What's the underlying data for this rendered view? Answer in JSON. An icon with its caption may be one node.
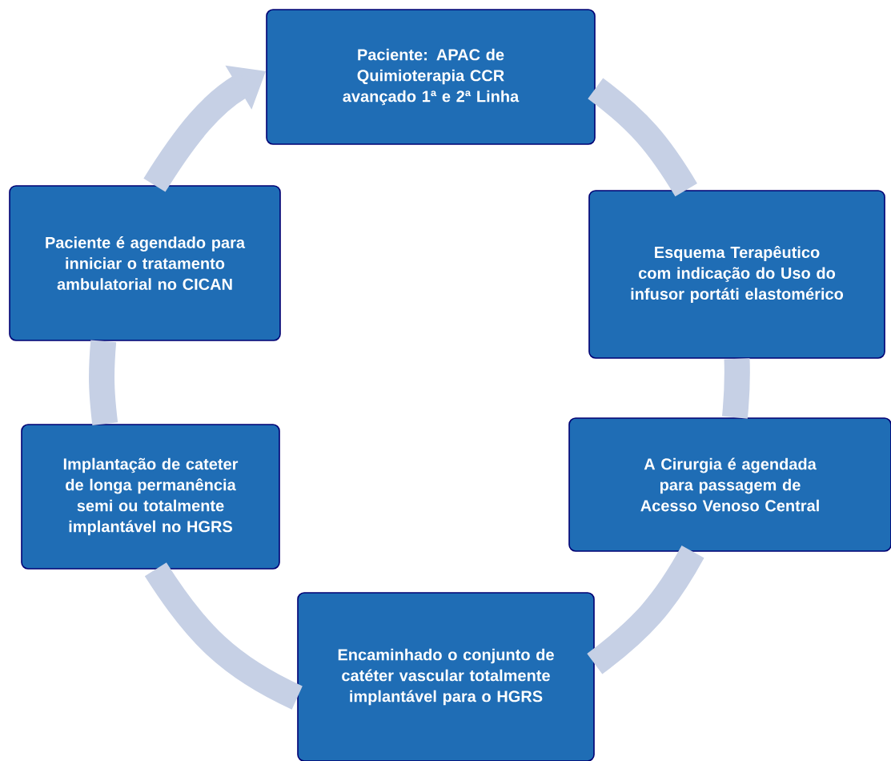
{
  "diagram": {
    "nodes": [
      {
        "text": [
          "Paciente: APAC de Quimioterapia CCR avançado 1ª e 2ª Linha"
        ]
      },
      {
        "text": [
          "Esquema Terapêutico com indicação do Uso do infusor portáti elastomérico"
        ]
      },
      {
        "text": [
          "A Cirurgia é agendada para passagem de Acesso Venoso Central"
        ]
      },
      {
        "text": [
          "Encaminhado o conjunto de catéter vascular totalmente implantável para o HGRS"
        ]
      },
      {
        "text": [
          "Implantação de cateter de longa permanência semi ou totalmente implantável no HGRS"
        ]
      },
      {
        "text": [
          "Paciente é agendado para inniciar o tratamento ambulatorial no CICAN"
        ]
      }
    ],
    "edges": [
      {
        "from": 0,
        "to": 1,
        "arrow": "none"
      },
      {
        "from": 1,
        "to": 2,
        "arrow": "none"
      },
      {
        "from": 2,
        "to": 3,
        "arrow": "none"
      },
      {
        "from": 3,
        "to": 4,
        "arrow": "none"
      },
      {
        "from": 4,
        "to": 5,
        "arrow": "none"
      },
      {
        "from": 5,
        "to": 0,
        "arrow": "to"
      }
    ]
  }
}
